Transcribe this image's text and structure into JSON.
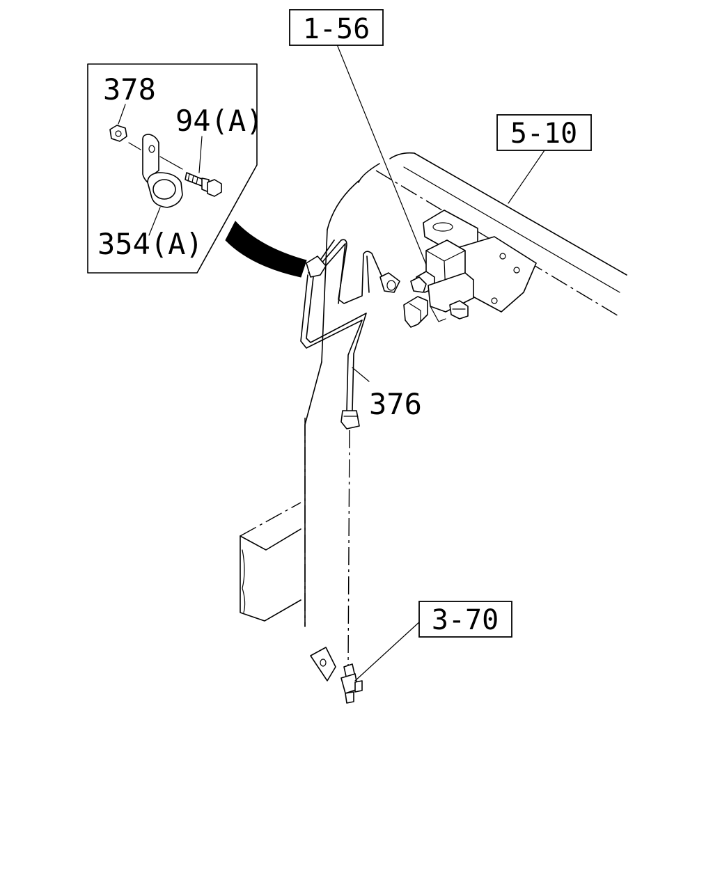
{
  "refs": {
    "r156": "1-56",
    "r510": "5-10",
    "r370": "3-70"
  },
  "parts": {
    "p378": "378",
    "p94": "94(A)",
    "p354": "354(A)",
    "p376": "376"
  }
}
